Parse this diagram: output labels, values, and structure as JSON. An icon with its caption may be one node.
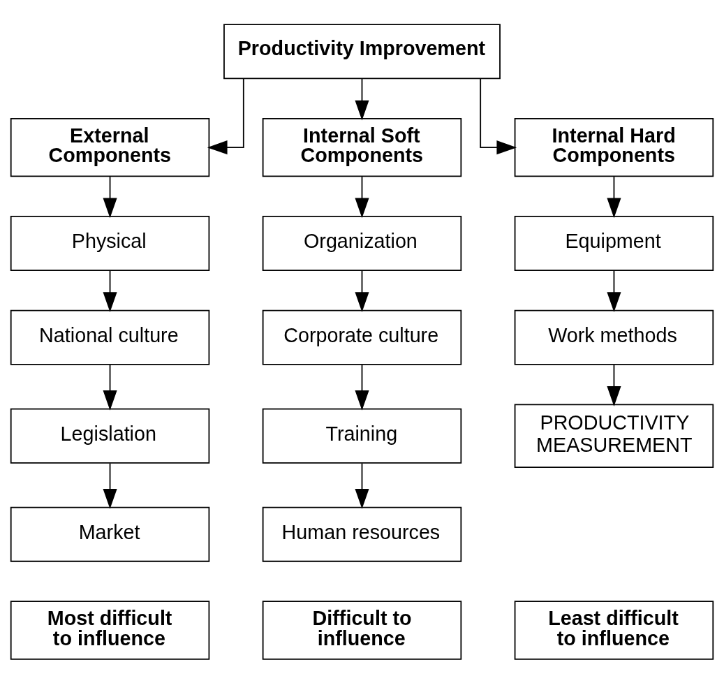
{
  "diagram": {
    "nodes": [
      {
        "text": [
          "Productivity Improvement"
        ]
      },
      {
        "text": [
          "External Components"
        ]
      },
      {
        "text": [
          "Internal Soft Components"
        ]
      },
      {
        "text": [
          "Internal Hard Components"
        ]
      },
      {
        "text": [
          "Physical"
        ]
      },
      {
        "text": [
          "National culture"
        ]
      },
      {
        "text": [
          "Legislation"
        ]
      },
      {
        "text": [
          "Market"
        ]
      },
      {
        "text": [
          "Organization"
        ]
      },
      {
        "text": [
          "Corporate culture"
        ]
      },
      {
        "text": [
          "Training"
        ]
      },
      {
        "text": [
          "Human resources"
        ]
      },
      {
        "text": [
          "Equipment"
        ]
      },
      {
        "text": [
          "Work methods"
        ]
      },
      {
        "text": [
          "PRODUCTIVITY MEASUREMENT"
        ]
      },
      {
        "text": [
          "Most difficult to influence"
        ]
      },
      {
        "text": [
          "Difficult to influence"
        ]
      },
      {
        "text": [
          "Least difficult to influence"
        ]
      }
    ],
    "edges": [
      {
        "from": 0,
        "to": 1,
        "arrow": "to"
      },
      {
        "from": 0,
        "to": 2,
        "arrow": "to"
      },
      {
        "from": 0,
        "to": 3,
        "arrow": "to"
      },
      {
        "from": 1,
        "to": 4,
        "arrow": "to"
      },
      {
        "from": 4,
        "to": 5,
        "arrow": "to"
      },
      {
        "from": 5,
        "to": 6,
        "arrow": "to"
      },
      {
        "from": 6,
        "to": 7,
        "arrow": "to"
      },
      {
        "from": 2,
        "to": 8,
        "arrow": "to"
      },
      {
        "from": 8,
        "to": 9,
        "arrow": "to"
      },
      {
        "from": 9,
        "to": 10,
        "arrow": "to"
      },
      {
        "from": 10,
        "to": 11,
        "arrow": "to"
      },
      {
        "from": 3,
        "to": 12,
        "arrow": "to"
      },
      {
        "from": 12,
        "to": 13,
        "arrow": "to"
      },
      {
        "from": 13,
        "to": 14,
        "arrow": "to"
      }
    ]
  }
}
